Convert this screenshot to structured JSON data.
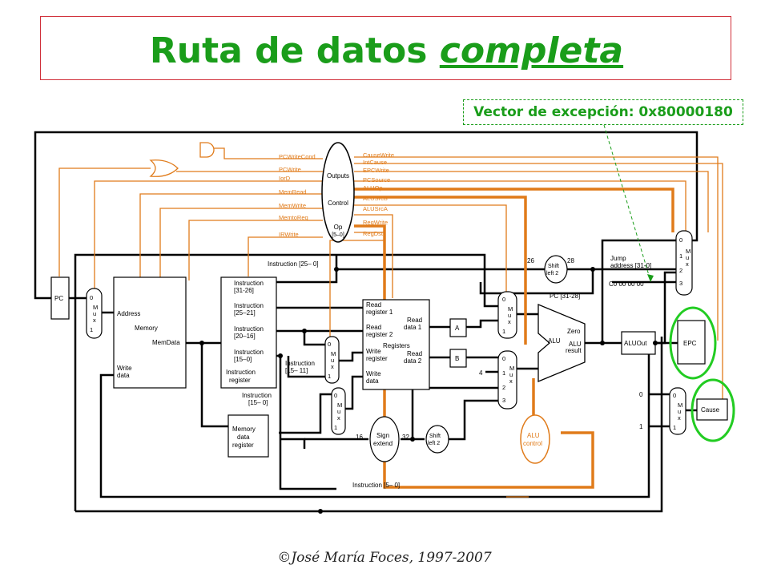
{
  "title": {
    "main": "Ruta de datos",
    "emph": "completa"
  },
  "callout": {
    "text": "Vector de excepción: 0x80000180"
  },
  "footer": {
    "text": "©José María Foces, 1997-2007"
  },
  "colors": {
    "title": "#1a9d1a",
    "wire": "#000000",
    "control": "#e07b1a",
    "highlight": "#22cc22",
    "title_border": "#d0303a"
  },
  "control_unit": {
    "outputs": "Outputs",
    "control": "Control",
    "op": "Op",
    "op_bits": "[5–0]"
  },
  "control_signals_left": [
    "PCWriteCond",
    "PCWrite",
    "IorD",
    "MemRead",
    "MemWrite",
    "MemtoReg",
    "IRWrite"
  ],
  "control_signals_right": [
    "CauseWrite",
    "IntCause",
    "EPCWrite",
    "PCSource",
    "ALUOp",
    "ALUSrcB",
    "ALUSrcA",
    "RegWrite",
    "RegDst"
  ],
  "units": {
    "pc": "PC",
    "memory": [
      "Address",
      "Memory",
      "MemData",
      "Write",
      "data"
    ],
    "ir": [
      "Instruction",
      "[31-26]",
      "Instruction",
      "[25–21]",
      "Instruction",
      "[20–16]",
      "Instruction",
      "[15–0]",
      "Instruction",
      "register"
    ],
    "mdr": [
      "Memory",
      "data",
      "register"
    ],
    "registers": [
      "Read",
      "register 1",
      "Read",
      "register 2",
      "Registers",
      "Write",
      "register",
      "Write",
      "data",
      "Read",
      "data 1",
      "Read",
      "data 2"
    ],
    "a": "A",
    "b": "B",
    "alu": [
      "ALU",
      "Zero",
      "ALU",
      "result"
    ],
    "aluout": "ALUOut",
    "epc": "EPC",
    "cause": "Cause",
    "shift_top": [
      "Shift",
      "left 2"
    ],
    "shift_bottom": [
      "Shift",
      "left 2"
    ],
    "sign_extend": [
      "Sign",
      "extend"
    ],
    "alu_control": [
      "ALU",
      "control"
    ],
    "mux_word": [
      "M",
      "u",
      "x"
    ]
  },
  "labels": {
    "instr_25_0": "Instruction [25– 0]",
    "jump": [
      "Jump",
      "address [31-0]"
    ],
    "c0": "C0 00 00 00",
    "pc_31_28": "PC [31-28]",
    "b26": "26",
    "b28": "28",
    "b16": "16",
    "b32": "32",
    "four": "4",
    "instr_15_11": [
      "Instruction",
      "[15– 11]"
    ],
    "instr_15_0": [
      "Instruction",
      "[15– 0]"
    ],
    "instr_5_0": "Instruction [5– 0]",
    "zero": "0",
    "one": "1",
    "two": "2",
    "three": "3"
  }
}
